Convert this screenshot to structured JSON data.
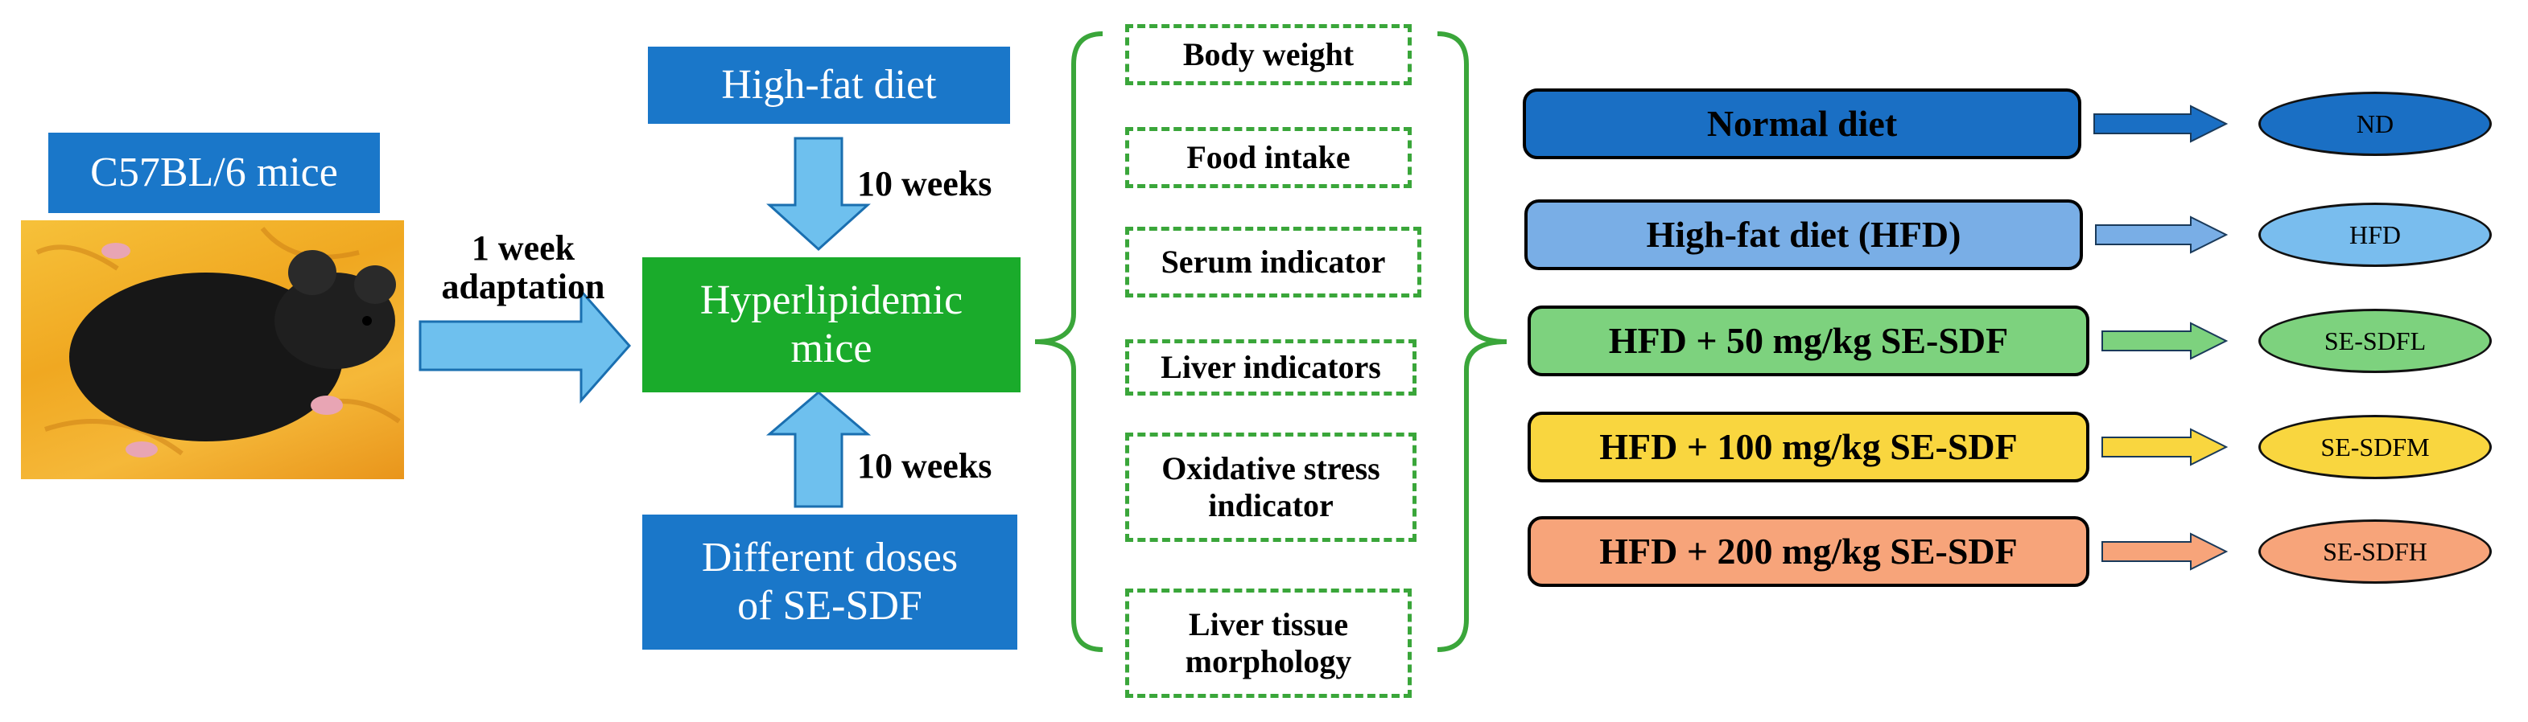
{
  "left": {
    "strain_label": "C57BL/6 mice",
    "photo_name": "mouse-photo",
    "adaptation_label": "1 week\nadaptation"
  },
  "center": {
    "top_box": "High-fat diet",
    "mid_box": "Hyperlipidemic\nmice",
    "bottom_box": "Different doses\nof SE-SDF",
    "top_duration": "10 weeks",
    "bottom_duration": "10 weeks"
  },
  "indicators": [
    "Body weight",
    "Food intake",
    "Serum indicator",
    "Liver indicators",
    "Oxidative stress\nindicator",
    "Liver tissue\nmorphology"
  ],
  "groups": [
    {
      "label": "Normal diet",
      "abbr": "ND",
      "color": "#1a6fc4",
      "ell_color": "#1a6fc4"
    },
    {
      "label": "High-fat diet (HFD)",
      "abbr": "HFD",
      "color": "#79aee6",
      "ell_color": "#79bdee"
    },
    {
      "label": "HFD + 50 mg/kg SE-SDF",
      "abbr": "SE-SDFL",
      "color": "#7dd27e",
      "ell_color": "#7dd27e"
    },
    {
      "label": "HFD + 100 mg/kg SE-SDF",
      "abbr": "SE-SDFM",
      "color": "#f9d63f",
      "ell_color": "#f9d63f"
    },
    {
      "label": "HFD + 200 mg/kg SE-SDF",
      "abbr": "SE-SDFH",
      "color": "#f7a47a",
      "ell_color": "#f7a47a"
    }
  ]
}
